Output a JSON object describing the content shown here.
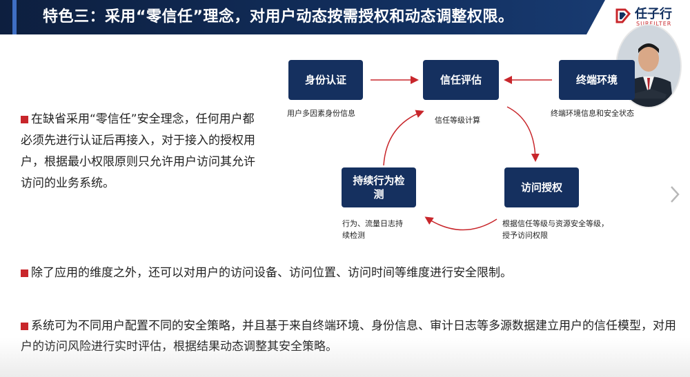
{
  "header": {
    "title": "特色三：采用“零信任”理念，对用户动态按需授权和动态调整权限。",
    "logo_text": "任子行",
    "logo_sub": "SURFILTER"
  },
  "diagram": {
    "nodes": [
      {
        "id": "identity",
        "label": "身份认证",
        "caption": "用户多因素身份信息"
      },
      {
        "id": "trust",
        "label": "信任评估",
        "caption": "信任等级计算"
      },
      {
        "id": "terminal",
        "label": "终端环境",
        "caption": "终端环境信息和安全状态"
      },
      {
        "id": "behavior",
        "label": "持续行为检测",
        "caption": "行为、流量日志持续检测"
      },
      {
        "id": "access",
        "label": "访问授权",
        "caption": "根据信任等级与资源安全等级，授予访问权限"
      }
    ]
  },
  "text": {
    "p1": "在缺省采用“零信任”安全理念，任何用户都必须先进行认证后再接入，对于接入的授权用户，根据最小权限原则只允许用户访问其允许访问的业务系统。",
    "p2": "除了应用的维度之外，还可以对用户的访问设备、访问位置、访问时间等维度进行安全限制。",
    "p3": "系统可为不同用户配置不同的安全策略，并且基于来自终端环境、身份信息、审计日志等多源数据建立用户的信任模型，对用户的访问风险进行实时评估，根据结果动态调整其安全策略。"
  },
  "colors": {
    "header_bg": "#123060",
    "box_bg": "#15305f",
    "bullet": "#c8262b",
    "arrow": "#c8262b"
  }
}
